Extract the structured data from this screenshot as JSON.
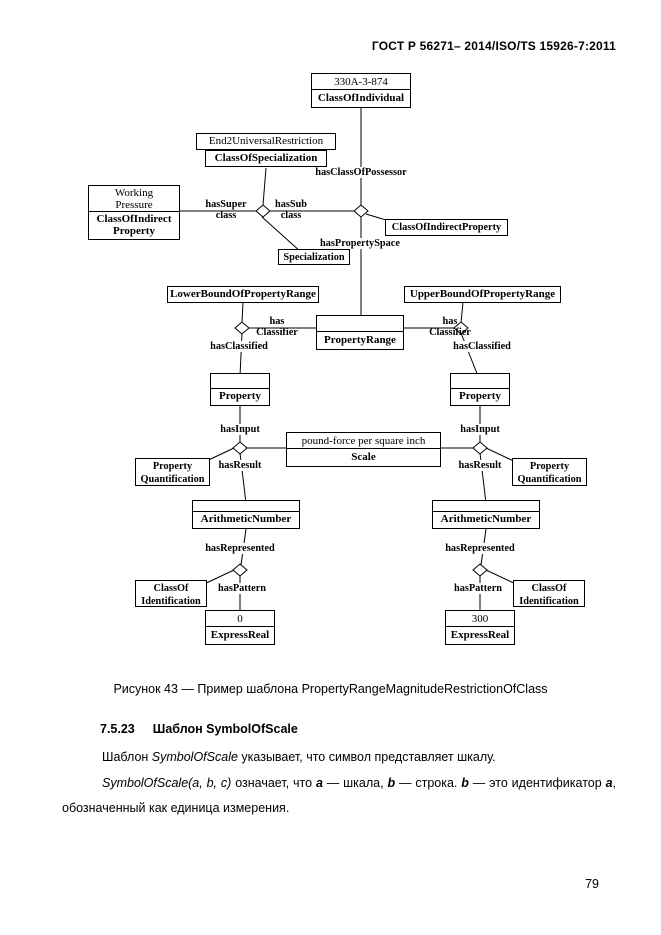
{
  "page": {
    "header": "ГОСТ Р 56271– 2014/ISO/TS 15926-7:2011",
    "page_number": "79"
  },
  "diagram": {
    "boxes": {
      "class_of_individual": {
        "instance": "330A-3-874",
        "class_name": "ClassOfIndividual"
      },
      "end2_universal_restriction": {
        "top": "End2UniversalRestriction",
        "bottom": "ClassOfSpecialization"
      },
      "working_pressure": {
        "instance": "Working Pressure",
        "class_name": "ClassOfIndirect Property"
      },
      "class_of_indirect_property": "ClassOfIndirectProperty",
      "specialization": "Specialization",
      "lower_bound": "LowerBoundOfPropertyRange",
      "upper_bound": "UpperBoundOfPropertyRange",
      "property_range": "PropertyRange",
      "property": "Property",
      "scale": {
        "instance": "pound-force per square inch",
        "class_name": "Scale"
      },
      "property_quantification": "Property Quantification",
      "arithmetic_number": "ArithmeticNumber",
      "class_of_identification": "ClassOf Identification",
      "express_real_left": {
        "instance": "0",
        "class_name": "ExpressReal"
      },
      "express_real_right": {
        "instance": "300",
        "class_name": "ExpressReal"
      }
    },
    "edge_labels": {
      "has_class_of_possessor": "hasClassOfPossessor",
      "has_super": "hasSuper",
      "has_sub": "hasSub",
      "class_word": "class",
      "has_property_space": "hasPropertySpace",
      "has_word": "has",
      "classifier_word": "Classifier",
      "has_classified": "hasClassified",
      "has_input": "hasInput",
      "has_result": "hasResult",
      "has_represented": "hasRepresented",
      "has_pattern": "hasPattern"
    }
  },
  "figure": {
    "caption": "Рисунок 43 — Пример шаблона PropertyRangeMagnitudeRestrictionOfClass"
  },
  "section": {
    "number": "7.5.23",
    "title": "Шаблон SymbolOfScale",
    "para1": [
      {
        "text": "Шаблон "
      },
      {
        "text": "SymbolOfScale"
      },
      {
        "text": " указывает, что символ представляет шкалу."
      }
    ],
    "para2": [
      {
        "text": "SymbolOfScale(a, b, c)"
      },
      {
        "text": " означает, что "
      },
      {
        "text": "a"
      },
      {
        "text": " — шкала, "
      },
      {
        "text": "b"
      },
      {
        "text": " — строка. "
      },
      {
        "text": "b"
      },
      {
        "text": " — это идентификатор "
      },
      {
        "text": "a"
      },
      {
        "text": ", обозначенный как единица измерения."
      }
    ]
  }
}
